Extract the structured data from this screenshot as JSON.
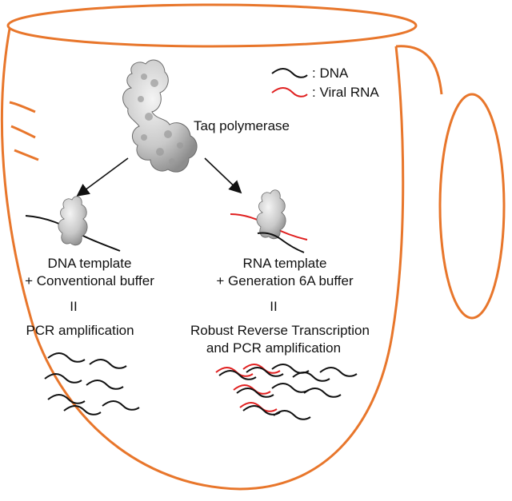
{
  "legend": {
    "dna": ": DNA",
    "rna": ": Viral RNA"
  },
  "enzyme": {
    "label": "Taq polymerase"
  },
  "left_branch": {
    "line1": "DNA template",
    "line2": "+ Conventional buffer",
    "equals": "II",
    "result": "PCR amplification"
  },
  "right_branch": {
    "line1": "RNA template",
    "line2": "+ Generation 6A buffer",
    "equals": "II",
    "result1": "Robust Reverse Transcription",
    "result2": "and PCR amplification"
  },
  "colors": {
    "cup_outline": "#e8762b",
    "dna_strand": "#111111",
    "rna_strand": "#e02020",
    "protein": "#c8c8c8"
  }
}
